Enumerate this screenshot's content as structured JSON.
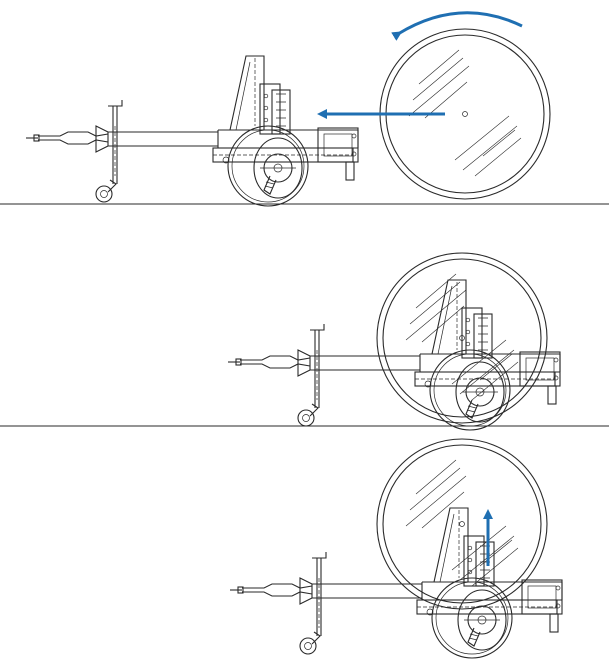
{
  "diagram": {
    "description_steps": [
      "step-1",
      "step-2",
      "step-3"
    ],
    "colors": {
      "line": "#2a2a2a",
      "arrow": "#1f6fb2",
      "background": "#ffffff"
    },
    "icons": [
      "rotate-arrow-icon",
      "move-left-arrow-icon",
      "lift-up-arrow-icon"
    ]
  }
}
